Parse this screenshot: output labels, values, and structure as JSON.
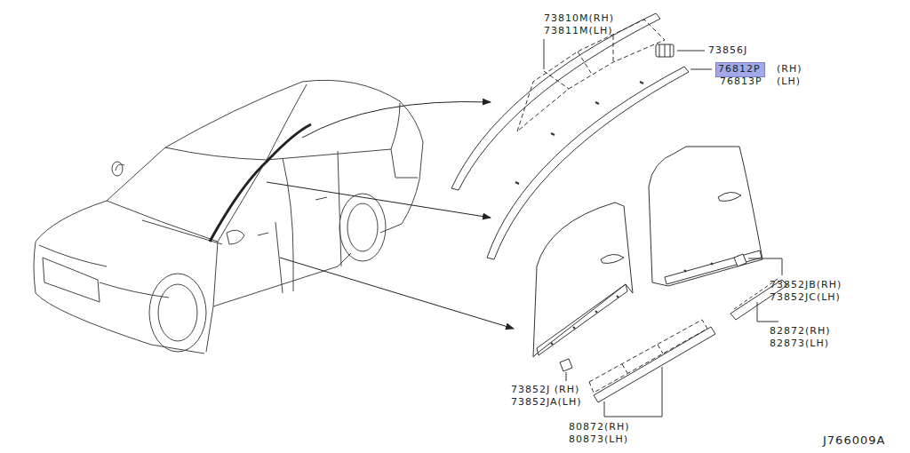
{
  "diagram": {
    "nodes": [
      {
        "text": [
          "76812P"
        ]
      }
    ],
    "labels": [
      "73810M(RH)",
      "73811M(LH)",
      "73856J",
      "(RH)",
      "76813P",
      "(LH)",
      "73852JB(RH)",
      "73852JC(LH)",
      "82872(RH)",
      "82873(LH)",
      "73852J (RH)",
      "73852JA(LH)",
      "80872(RH)",
      "80873(LH)",
      "J766009A"
    ]
  }
}
